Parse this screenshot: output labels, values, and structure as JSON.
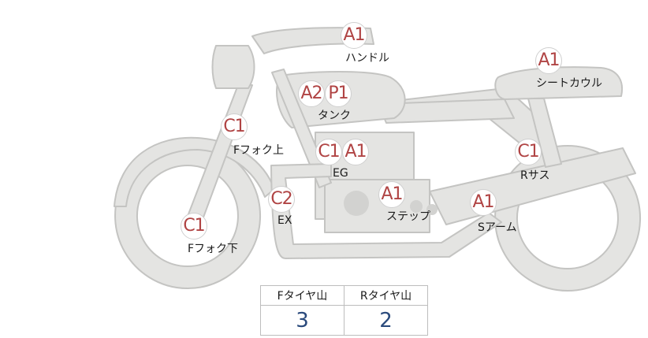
{
  "parts": [
    {
      "id": "handle",
      "grades": [
        "A1"
      ],
      "label": "ハンドル"
    },
    {
      "id": "seat-cowl",
      "grades": [
        "A1"
      ],
      "label": "シートカウル"
    },
    {
      "id": "tank",
      "grades": [
        "A2",
        "P1"
      ],
      "label": "タンク"
    },
    {
      "id": "f-fork-upper",
      "grades": [
        "C1"
      ],
      "label": "Fフォク上"
    },
    {
      "id": "engine",
      "grades": [
        "C1",
        "A1"
      ],
      "label": "EG"
    },
    {
      "id": "r-suspension",
      "grades": [
        "C1"
      ],
      "label": "Rサス"
    },
    {
      "id": "exhaust",
      "grades": [
        "C2"
      ],
      "label": "EX"
    },
    {
      "id": "step",
      "grades": [
        "A1"
      ],
      "label": "ステップ"
    },
    {
      "id": "swing-arm",
      "grades": [
        "A1"
      ],
      "label": "Sアーム"
    },
    {
      "id": "f-fork-lower",
      "grades": [
        "C1"
      ],
      "label": "Fフォク下"
    }
  ],
  "tire_table": {
    "headers": [
      "Fタイヤ山",
      "Rタイヤ山"
    ],
    "values": [
      "3",
      "2"
    ]
  },
  "colors": {
    "body_fill": "#e4e4e2",
    "body_stroke": "#c4c4c2",
    "grade_text": "#b04444",
    "value_text": "#2a4a7c"
  }
}
